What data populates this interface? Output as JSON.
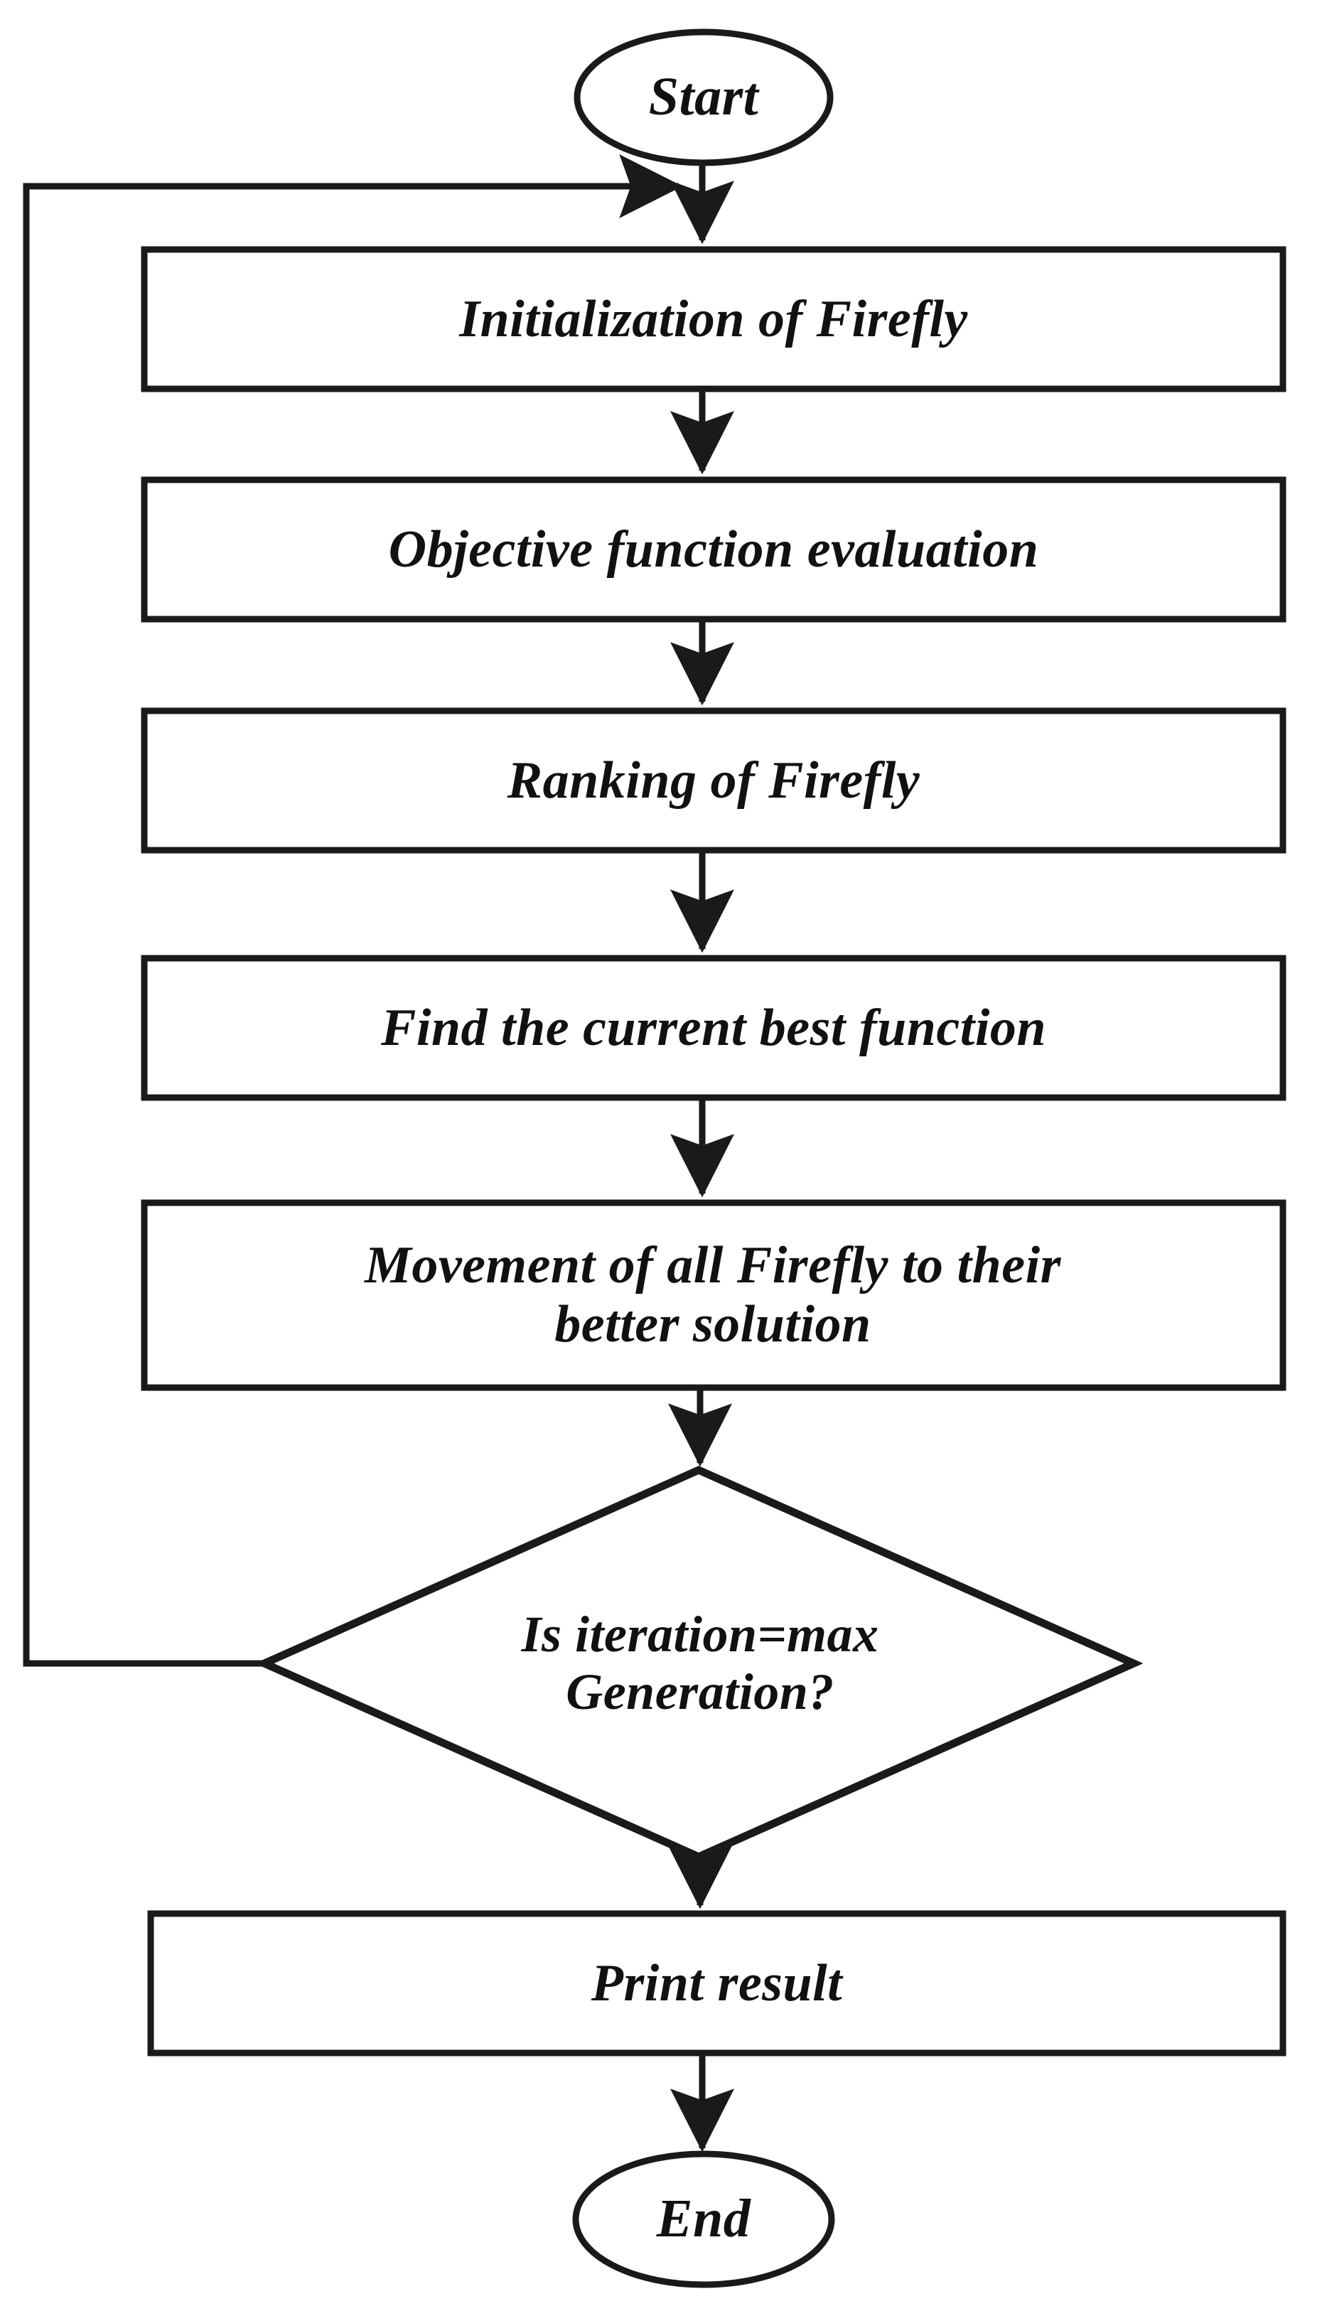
{
  "diagram": {
    "title": "Firefly Algorithm Flowchart",
    "type": "flowchart",
    "orientation": "top-to-bottom",
    "line_color": "#1a1a1a",
    "fill_color": "#ffffff",
    "text_color": "#111111",
    "nodes": [
      {
        "id": "start",
        "shape": "ellipse",
        "label": "Start"
      },
      {
        "id": "init",
        "shape": "rectangle",
        "label": "Initialization of Firefly"
      },
      {
        "id": "objective",
        "shape": "rectangle",
        "label": "Objective function evaluation"
      },
      {
        "id": "ranking",
        "shape": "rectangle",
        "label": "Ranking of Firefly"
      },
      {
        "id": "findbest",
        "shape": "rectangle",
        "label": "Find the current best function"
      },
      {
        "id": "movement",
        "shape": "rectangle",
        "label": "Movement of all Firefly to their\nbetter solution"
      },
      {
        "id": "decision",
        "shape": "diamond",
        "label": "Is iteration=max\nGeneration?"
      },
      {
        "id": "print",
        "shape": "rectangle",
        "label": "Print result"
      },
      {
        "id": "end",
        "shape": "ellipse",
        "label": "End"
      }
    ],
    "edges": [
      {
        "from": "start",
        "to": "init",
        "label": "",
        "kind": "arrow-down"
      },
      {
        "from": "init",
        "to": "objective",
        "label": "",
        "kind": "arrow-down"
      },
      {
        "from": "objective",
        "to": "ranking",
        "label": "",
        "kind": "arrow-down"
      },
      {
        "from": "ranking",
        "to": "findbest",
        "label": "",
        "kind": "arrow-down"
      },
      {
        "from": "findbest",
        "to": "movement",
        "label": "",
        "kind": "arrow-down"
      },
      {
        "from": "movement",
        "to": "decision",
        "label": "",
        "kind": "arrow-down"
      },
      {
        "from": "decision",
        "to": "print",
        "label": "",
        "kind": "arrow-down"
      },
      {
        "from": "print",
        "to": "end",
        "label": "",
        "kind": "arrow-down"
      },
      {
        "from": "decision",
        "to": "init",
        "label": "",
        "kind": "feedback-loop-left"
      }
    ]
  }
}
